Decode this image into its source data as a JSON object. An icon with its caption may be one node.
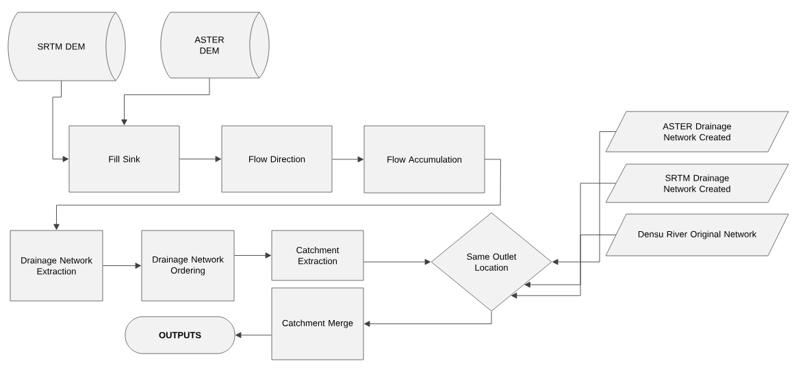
{
  "diagram": {
    "nodes": [
      {
        "text": [
          "SRTM DEM"
        ]
      },
      {
        "text": [
          "ASTER DEM"
        ]
      },
      {
        "text": [
          "Fill Sink"
        ]
      },
      {
        "text": [
          "Flow Direction"
        ]
      },
      {
        "text": [
          "Flow Accumulation"
        ]
      },
      {
        "text": [
          "Drainage Network Extraction"
        ]
      },
      {
        "text": [
          "Drainage Network Ordering"
        ]
      },
      {
        "text": [
          "Catchment Extraction"
        ]
      },
      {
        "text": [
          "Same Outlet Location"
        ]
      },
      {
        "text": [
          "ASTER Drainage Network Created"
        ]
      },
      {
        "text": [
          "SRTM  Drainage Network Created"
        ]
      },
      {
        "text": [
          "Densu River Original Network"
        ]
      },
      {
        "text": [
          "Catchment Merge"
        ]
      },
      {
        "text": [
          "OUTPUTS"
        ]
      }
    ],
    "edges": [
      {
        "from": 0,
        "to": 2,
        "arrow": "to"
      },
      {
        "from": 1,
        "to": 2,
        "arrow": "to"
      },
      {
        "from": 2,
        "to": 3,
        "arrow": "to"
      },
      {
        "from": 3,
        "to": 4,
        "arrow": "to"
      },
      {
        "from": 4,
        "to": 5,
        "arrow": "to"
      },
      {
        "from": 5,
        "to": 6,
        "arrow": "to"
      },
      {
        "from": 6,
        "to": 7,
        "arrow": "to"
      },
      {
        "from": 7,
        "to": 8,
        "arrow": "to"
      },
      {
        "from": 9,
        "to": 8,
        "arrow": "to"
      },
      {
        "from": 10,
        "to": 8,
        "arrow": "to"
      },
      {
        "from": 11,
        "to": 8,
        "arrow": "to"
      },
      {
        "from": 8,
        "to": 12,
        "arrow": "to"
      },
      {
        "from": 12,
        "to": 13,
        "arrow": "to"
      }
    ]
  }
}
